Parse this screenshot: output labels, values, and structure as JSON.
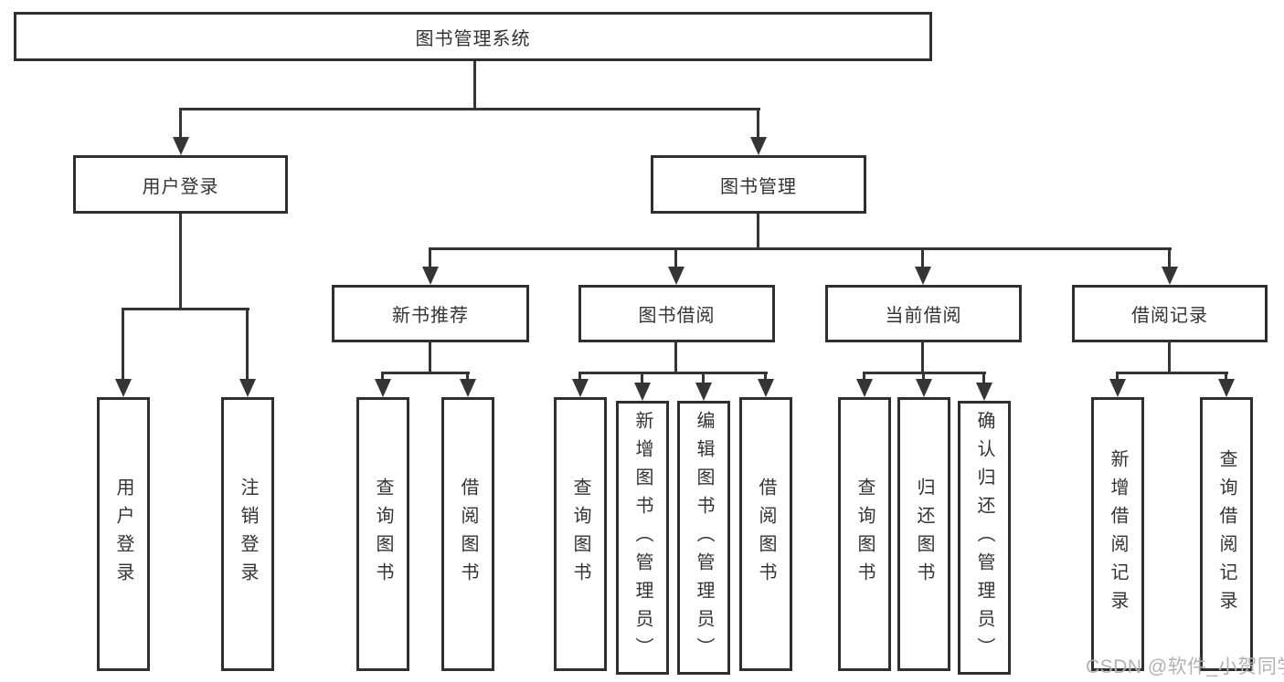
{
  "diagram": {
    "root": {
      "label": "图书管理系统"
    },
    "branches": [
      {
        "label": "用户登录",
        "leaves": [
          "用户登录",
          "注销登录"
        ]
      },
      {
        "label": "图书管理",
        "groups": [
          {
            "label": "新书推荐",
            "leaves": [
              "查询图书",
              "借阅图书"
            ]
          },
          {
            "label": "图书借阅",
            "leaves": [
              "查询图书",
              "新增图书（管理员）",
              "编辑图书（管理员）",
              "借阅图书"
            ]
          },
          {
            "label": "当前借阅",
            "leaves": [
              "查询图书",
              "归还图书",
              "确认归还（管理员）"
            ]
          },
          {
            "label": "借阅记录",
            "leaves": [
              "新增借阅记录",
              "查询借阅记录"
            ]
          }
        ]
      }
    ],
    "watermark": "CSDN @软件_小贺同学",
    "colors": {
      "line": "#353535",
      "box_border": "#2f2f2f",
      "text": "#333333",
      "background": "#ffffff",
      "watermark": "#b2b2b2"
    }
  }
}
